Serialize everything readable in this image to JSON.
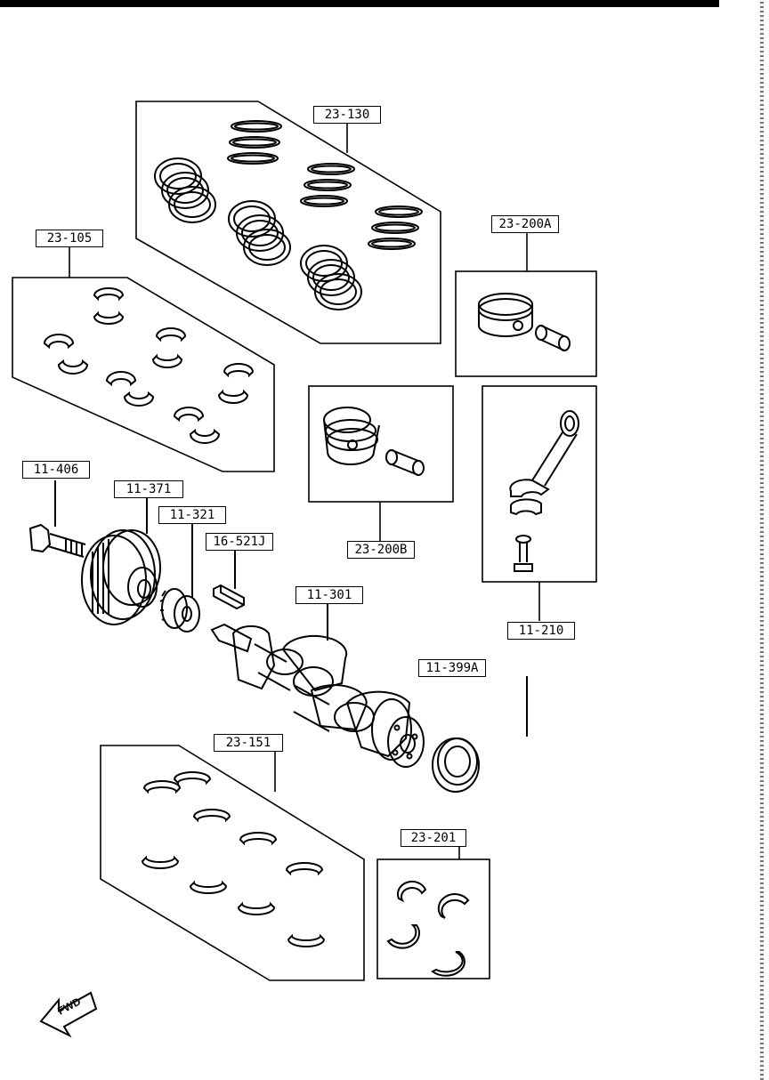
{
  "diagram": {
    "ink_color": "#000000",
    "background_color": "#ffffff",
    "labels": {
      "l23130": "23-130",
      "l23105": "23-105",
      "l23200a": "23-200A",
      "l11406": "11-406",
      "l11371": "11-371",
      "l11321": "11-321",
      "l16521j": "16-521J",
      "l23200b": "23-200B",
      "l11301": "11-301",
      "l11210": "11-210",
      "l11399a": "11-399A",
      "l23151": "23-151",
      "l23201": "23-201"
    },
    "fwd_arrow": "FWD"
  }
}
